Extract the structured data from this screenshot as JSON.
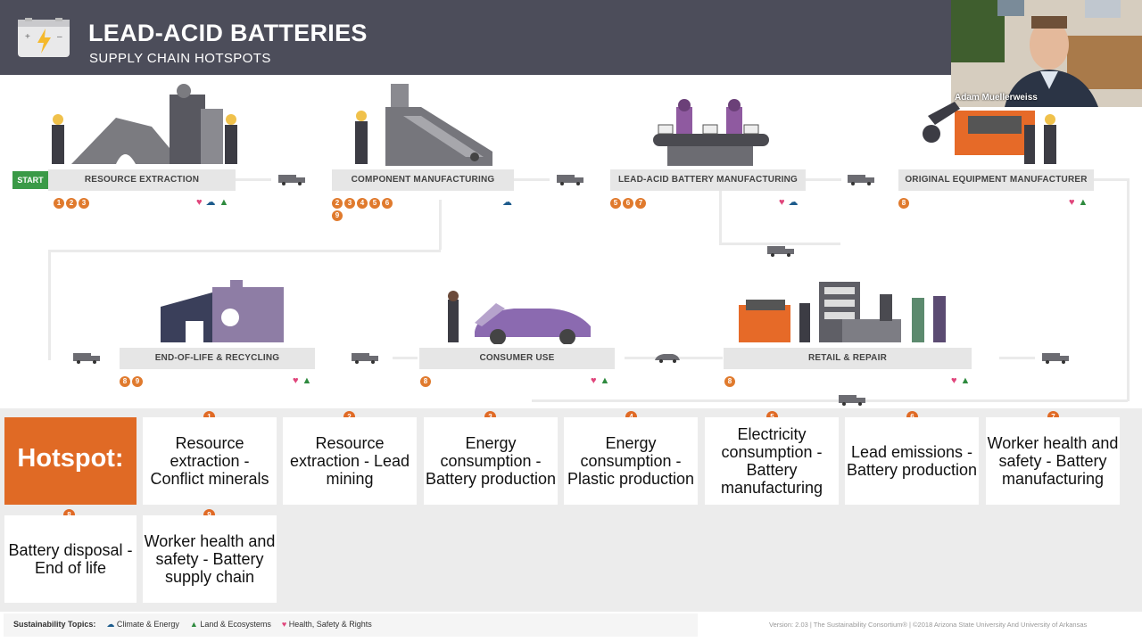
{
  "header": {
    "title": "LEAD-ACID BATTERIES",
    "subtitle": "SUPPLY CHAIN HOTSPOTS"
  },
  "webcam": {
    "participant_name": "Adam Muellerweiss"
  },
  "start_label": "START",
  "stages": [
    {
      "label": "RESOURCE EXTRACTION",
      "hotspots": [
        "1",
        "2",
        "3"
      ],
      "topics": [
        "health",
        "climate",
        "land"
      ]
    },
    {
      "label": "COMPONENT MANUFACTURING",
      "hotspots": [
        "2",
        "3",
        "4",
        "5",
        "6",
        "9"
      ],
      "topics": [
        "climate"
      ]
    },
    {
      "label": "LEAD-ACID BATTERY MANUFACTURING",
      "hotspots": [
        "5",
        "6",
        "7"
      ],
      "topics": [
        "health",
        "climate"
      ]
    },
    {
      "label": "ORIGINAL EQUIPMENT MANUFACTURER",
      "hotspots": [
        "8"
      ],
      "topics": [
        "health",
        "land"
      ]
    },
    {
      "label": "END-OF-LIFE & RECYCLING",
      "hotspots": [
        "8",
        "9"
      ],
      "topics": [
        "health",
        "land"
      ]
    },
    {
      "label": "CONSUMER USE",
      "hotspots": [
        "8"
      ],
      "topics": [
        "health",
        "land"
      ]
    },
    {
      "label": "RETAIL & REPAIR",
      "hotspots": [
        "8"
      ],
      "topics": [
        "health",
        "land"
      ]
    }
  ],
  "hotspot_heading": "Hotspot:",
  "hotspots": [
    {
      "num": "1",
      "text": "Resource extraction - Conflict minerals"
    },
    {
      "num": "2",
      "text": "Resource extraction - Lead mining"
    },
    {
      "num": "3",
      "text": "Energy consumption - Battery production"
    },
    {
      "num": "4",
      "text": "Energy consumption - Plastic production"
    },
    {
      "num": "5",
      "text": "Electricity consumption - Battery manufacturing"
    },
    {
      "num": "6",
      "text": "Lead emissions - Battery production"
    },
    {
      "num": "7",
      "text": "Worker health and safety - Battery manufacturing"
    },
    {
      "num": "8",
      "text": "Battery disposal - End of life"
    },
    {
      "num": "9",
      "text": "Worker health and safety - Battery supply chain"
    }
  ],
  "footer": {
    "topics_label": "Sustainability Topics:",
    "topic_climate": "Climate & Energy",
    "topic_land": "Land & Ecosystems",
    "topic_health": "Health, Safety & Rights",
    "version": "Version: 2.03 | The Sustainability Consortium® | ©2018 Arizona State University And University of Arkansas"
  },
  "colors": {
    "header_bg": "#4c4d5a",
    "accent_orange": "#e06a25",
    "start_green": "#3a9a47",
    "health": "#e0457b",
    "land": "#2e8a3e",
    "climate": "#1d5b8c"
  }
}
